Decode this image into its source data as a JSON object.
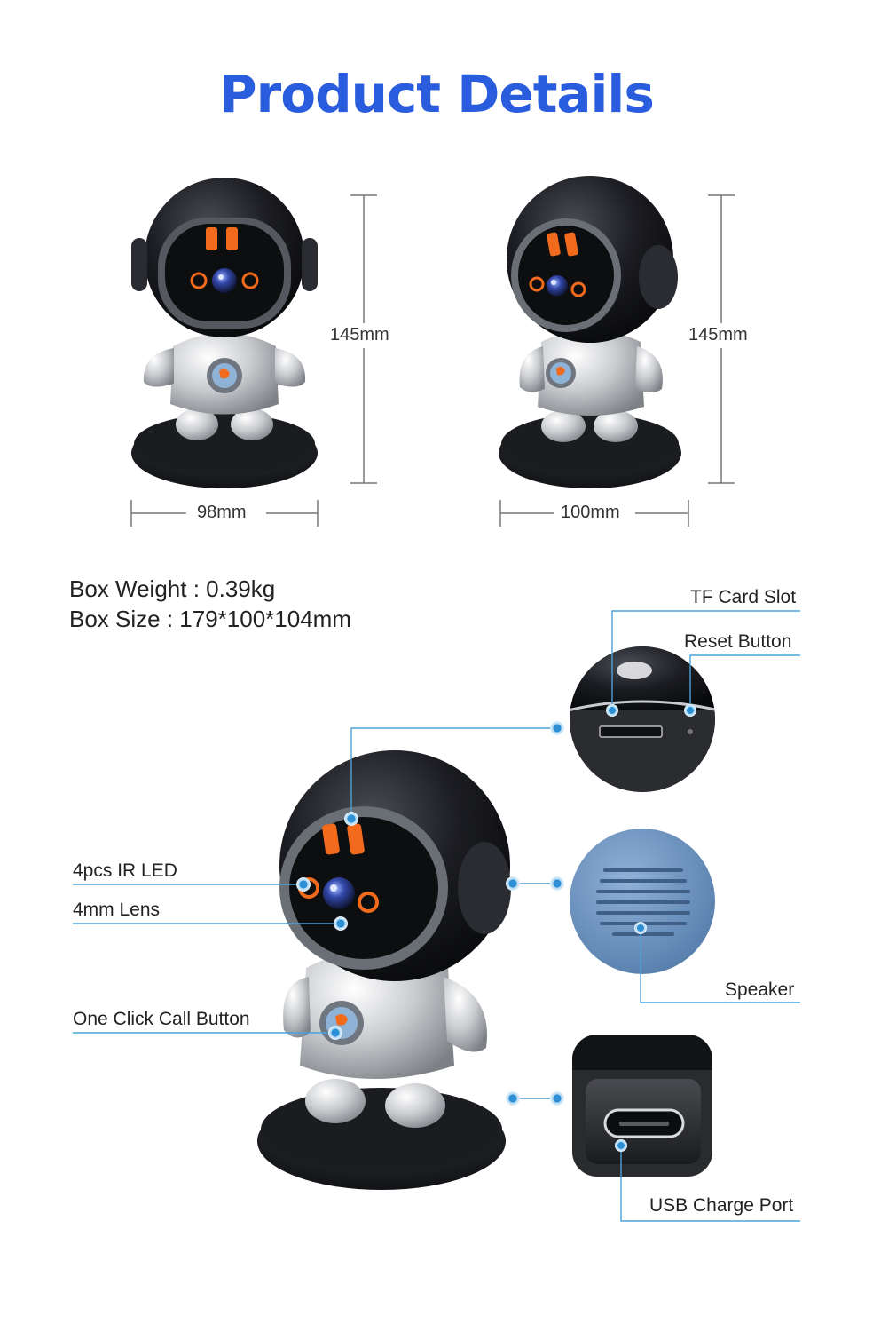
{
  "title": "Product Details",
  "dimensions": {
    "front_height": "145mm",
    "front_width": "98mm",
    "side_height": "145mm",
    "side_width": "100mm"
  },
  "box": {
    "weight": "Box Weight : 0.39kg",
    "size": "Box Size : 179*100*104mm"
  },
  "callouts": {
    "tf_card_slot": "TF Card Slot",
    "reset_button": "Reset Button",
    "ir_led": "4pcs IR LED",
    "lens": "4mm Lens",
    "call_button": "One Click Call Button",
    "speaker": "Speaker",
    "usb_port": "USB Charge Port"
  },
  "colors": {
    "title": "#2a5cde",
    "callout_line": "#4aa3d8",
    "accent_orange": "#f26a1b"
  }
}
